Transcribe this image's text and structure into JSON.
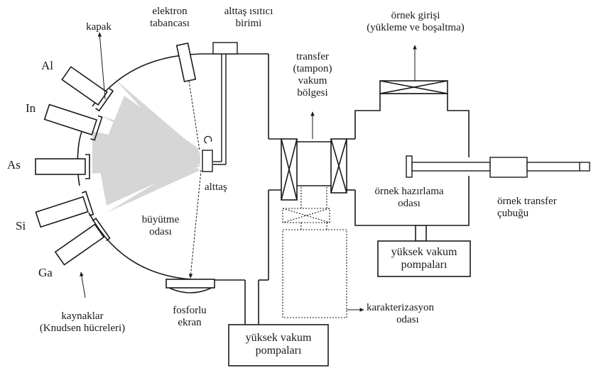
{
  "labels": {
    "electron_gun": [
      "elektron",
      "tabancası"
    ],
    "substrate_heater": [
      "alttaş ısıtıcı",
      "birimi"
    ],
    "shutter": "kapak",
    "sample_entry": [
      "örnek girişi",
      "(yükleme ve boşaltma)"
    ],
    "transfer_zone": [
      "transfer",
      "(tampon)",
      "vakum",
      "bölgesi"
    ],
    "substrate": "alttaş",
    "growth_chamber": [
      "büyütme",
      "odası"
    ],
    "prep_chamber": [
      "örnek hazırlama",
      "odası"
    ],
    "transfer_rod": [
      "örnek transfer",
      "çubuğu"
    ],
    "phosphor_screen": [
      "fosforlu",
      "ekran"
    ],
    "sources": [
      "kaynaklar",
      "(Knudsen hücreleri)"
    ],
    "characterization": [
      "karakterizasyon",
      "odası"
    ],
    "hv_pumps_bottom": [
      "yüksek vakum",
      "pompaları"
    ],
    "hv_pumps_right": [
      "yüksek vakum",
      "pompaları"
    ]
  },
  "elements": [
    "Al",
    "In",
    "As",
    "Si",
    "Ga"
  ],
  "colors": {
    "line": "#1a1a1a",
    "beam": "#cfcfcf",
    "background": "#ffffff"
  }
}
